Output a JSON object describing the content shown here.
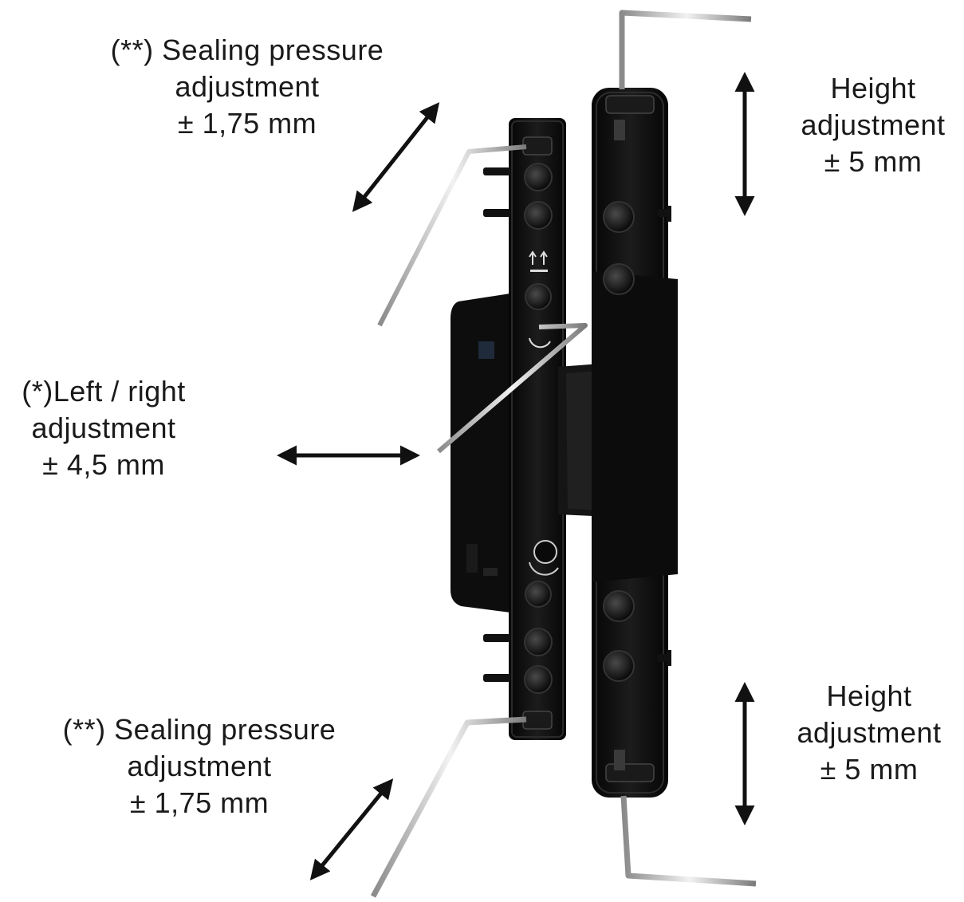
{
  "labels": {
    "seal_top": {
      "line1": "(**) Sealing pressure",
      "line2": "adjustment",
      "line3": "± 1,75 mm"
    },
    "left_right": {
      "line1": "(*)Left / right",
      "line2": "adjustment",
      "line3": "± 4,5 mm"
    },
    "seal_bottom": {
      "line1": "(**) Sealing pressure",
      "line2": "adjustment",
      "line3": "± 1,75 mm"
    },
    "height_top": {
      "line1": "Height",
      "line2": "adjustment",
      "line3": "±  5 mm"
    },
    "height_bottom": {
      "line1": "Height",
      "line2": "adjustment",
      "line3": "±  5 mm"
    }
  },
  "colors": {
    "text": "#1a1a1a",
    "arrow": "#111111",
    "hinge_body": "#0b0b0b",
    "hinge_highlight": "#3a3a3a",
    "key_metal": "#c8c8c8"
  }
}
